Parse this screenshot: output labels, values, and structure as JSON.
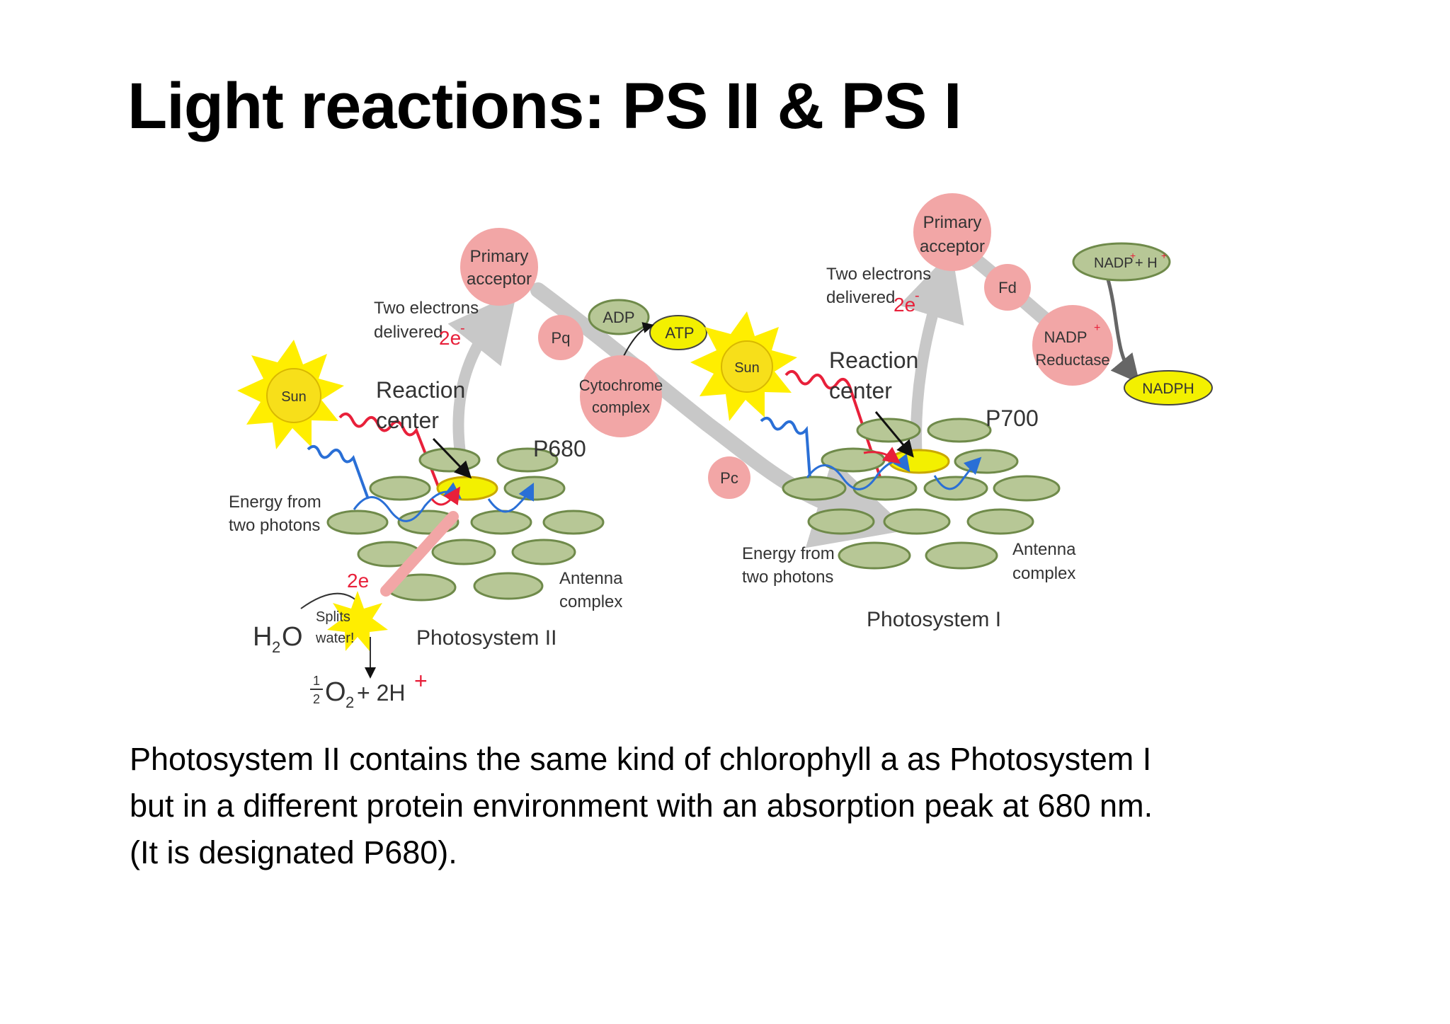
{
  "slide": {
    "title": "Light reactions: PS II & PS I",
    "caption": [
      "Photosystem II contains the same kind of chlorophyll a as Photosystem I",
      "but in a different protein environment with an absorption peak at 680 nm.",
      "(It is designated P680)."
    ]
  },
  "diagram": {
    "ps2": {
      "sun": "Sun",
      "energy_from": "Energy from",
      "two_photons": "two photons",
      "two_electrons": "Two electrons",
      "delivered": "delivered",
      "two_e": "2e",
      "e_sup": "-",
      "reaction": "Reaction",
      "center": "center",
      "p680": "P680",
      "primary": "Primary",
      "acceptor": "acceptor",
      "antenna": "Antenna",
      "complex": "complex",
      "name": "Photosystem II",
      "two_e_bottom": "2e",
      "splits": "Splits",
      "water": "water!",
      "h2o_h": "H",
      "h2o_2": "2",
      "h2o_o": "O",
      "half_num": "1",
      "half_den": "2",
      "o2_o": "O",
      "o2_2": "2",
      "plus_2h": "+ 2H",
      "h_plus": "+"
    },
    "carriers": {
      "pq": "Pq",
      "adp": "ADP",
      "atp": "ATP",
      "cytochrome": "Cytochrome",
      "cyto_complex": "complex",
      "pc": "Pc",
      "fd": "Fd",
      "nadp_reductase_1": "NADP",
      "nadp_reductase_sup": "+",
      "nadp_reductase_2": "Reductase",
      "nadp_h": "NADP",
      "nadp_h_sup1": "+",
      "nadp_h_mid": " + H",
      "nadp_h_sup2": "+",
      "nadph": "NADPH"
    },
    "ps1": {
      "sun": "Sun",
      "energy_from": "Energy from",
      "two_photons": "two photons",
      "two_electrons": "Two electrons",
      "delivered": "delivered",
      "two_e": "2e",
      "e_sup": "-",
      "reaction": "Reaction",
      "center": "center",
      "p700": "P700",
      "primary": "Primary",
      "acceptor": "acceptor",
      "antenna": "Antenna",
      "complex": "complex",
      "name": "Photosystem I"
    }
  },
  "colors": {
    "disc_fill": "#b7c796",
    "disc_stroke": "#6f8a4a",
    "pink": "#f2a6a6",
    "sun": "#ffee00",
    "yellow_oval": "#f3f000",
    "green_oval": "#b7c796",
    "arrow_gray": "#c8c8c8",
    "red": "#e8203a",
    "blue": "#2a6fd6"
  }
}
